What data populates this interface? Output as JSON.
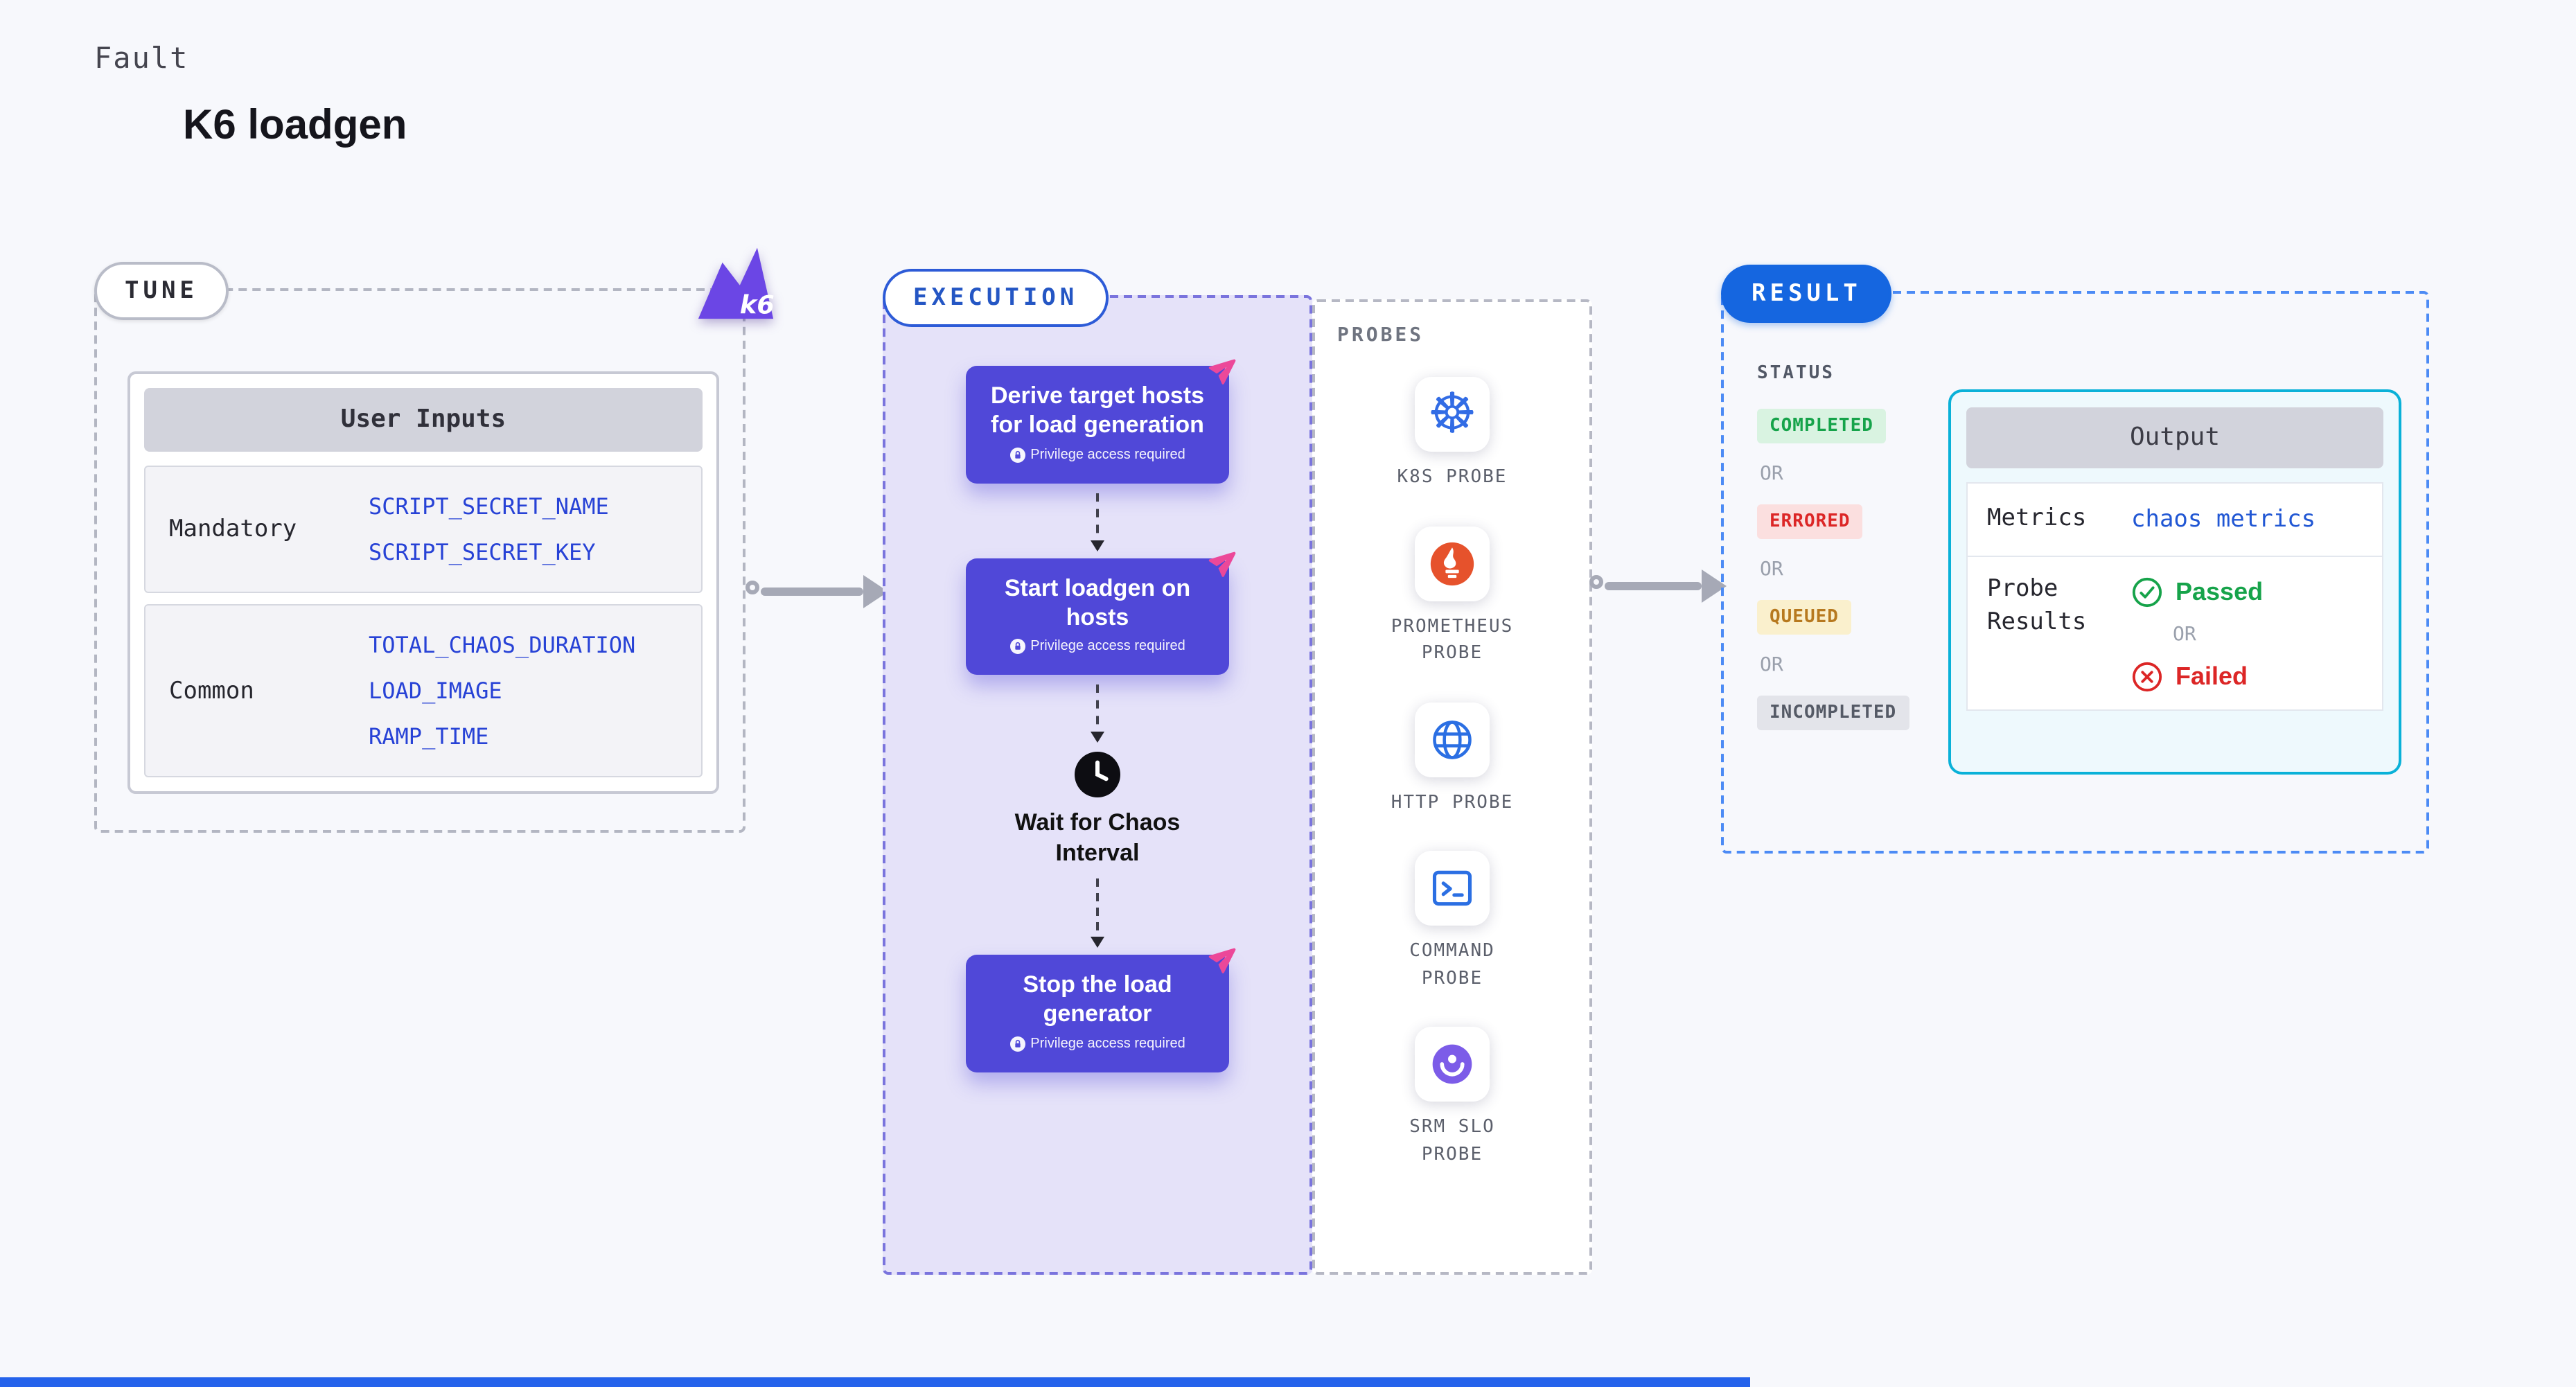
{
  "page": {
    "eyebrow": "Fault",
    "title": "K6 loadgen"
  },
  "tune": {
    "label": "TUNE",
    "logo_icon": "k6-logo",
    "table": {
      "header": "User Inputs",
      "rows": [
        {
          "label": "Mandatory",
          "values": [
            "SCRIPT_SECRET_NAME",
            "SCRIPT_SECRET_KEY"
          ]
        },
        {
          "label": "Common",
          "values": [
            "TOTAL_CHAOS_DURATION",
            "LOAD_IMAGE",
            "RAMP_TIME"
          ]
        }
      ]
    }
  },
  "execution": {
    "label": "EXECUTION",
    "cards": [
      {
        "title": "Derive target hosts for load generation",
        "badge": "Privilege access required",
        "corner_icon": "pink-send-icon",
        "badge_icon": "lock-icon"
      },
      {
        "title": "Start loadgen on hosts",
        "badge": "Privilege access required",
        "corner_icon": "pink-send-icon",
        "badge_icon": "lock-icon"
      },
      {
        "title": "Stop the load generator",
        "badge": "Privilege access required",
        "corner_icon": "pink-send-icon",
        "badge_icon": "lock-icon"
      }
    ],
    "wait_step": {
      "title": "Wait for Chaos Interval",
      "icon": "clock-icon"
    }
  },
  "probes": {
    "label": "PROBES",
    "items": [
      {
        "name": "K8S PROBE",
        "icon": "kubernetes-wheel-icon"
      },
      {
        "name": "PROMETHEUS PROBE",
        "icon": "prometheus-flame-icon"
      },
      {
        "name": "HTTP PROBE",
        "icon": "globe-icon"
      },
      {
        "name": "COMMAND PROBE",
        "icon": "terminal-icon"
      },
      {
        "name": "SRM SLO PROBE",
        "icon": "srm-slo-icon"
      }
    ]
  },
  "result": {
    "label": "RESULT",
    "status": {
      "label": "STATUS",
      "separator": "OR",
      "items": [
        {
          "text": "COMPLETED",
          "tone": "success"
        },
        {
          "text": "ERRORED",
          "tone": "error"
        },
        {
          "text": "QUEUED",
          "tone": "warning"
        },
        {
          "text": "INCOMPLETED",
          "tone": "neutral"
        }
      ]
    },
    "output": {
      "header": "Output",
      "metrics_label": "Metrics",
      "metrics_value": "chaos metrics",
      "probe_results_label": "Probe Results",
      "passed_label": "Passed",
      "failed_label": "Failed",
      "separator": "OR",
      "passed_icon": "check-circle-icon",
      "failed_icon": "x-circle-icon"
    }
  },
  "colors": {
    "card_purple": "#5048d8",
    "execution_bg": "#e5e2f9",
    "execution_border": "#7a74dd",
    "execution_accent": "#2456c4",
    "result_blue": "#1566e0",
    "result_border": "#4c8bf5",
    "output_border": "#0ab1d8",
    "output_bg": "#eef9fd",
    "value_blue": "#2742d6",
    "link_blue": "#2157d4",
    "success_green": "#16a34a",
    "error_red": "#dc2626",
    "warning_amber": "#b7791f",
    "muted_gray": "#9aa0ac",
    "arrow_gray": "#a6a9b6",
    "pink_accent": "#ec4899",
    "k6_purple": "#6b46e5",
    "k8s_blue": "#326ce5",
    "prometheus_orange": "#e6522c",
    "srm_purple": "#7c5ce8",
    "bottom_strip_blue": "#2563eb"
  }
}
